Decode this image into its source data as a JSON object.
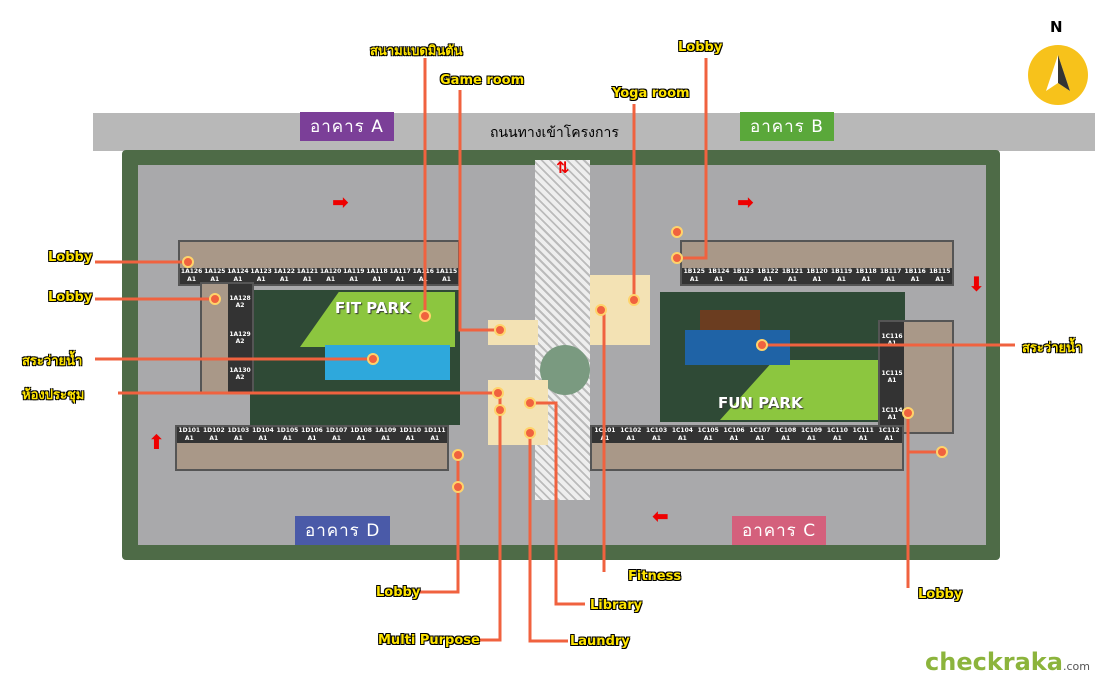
{
  "road_label": "ถนนทางเข้าโครงการ",
  "buildings": {
    "a": {
      "label": "อาคาร A",
      "color": "#7b3f98"
    },
    "b": {
      "label": "อาคาร B",
      "color": "#5aa83a"
    },
    "c": {
      "label": "อาคาร C",
      "color": "#d4607c"
    },
    "d": {
      "label": "อาคาร D",
      "color": "#4a5aa8"
    }
  },
  "parks": {
    "fit": "FIT PARK",
    "fun": "FUN PARK"
  },
  "compass": "N",
  "logo": {
    "main": "checkraka",
    "suffix": ".com"
  },
  "callouts": {
    "badminton": "สนามแบดมินตัน",
    "game_room": "Game room",
    "lobby_b_top": "Lobby",
    "yoga": "Yoga room",
    "lobby_a1": "Lobby",
    "lobby_a2": "Lobby",
    "pool_a": "สระว่ายน้ำ",
    "meeting": "ห้องประชุม",
    "pool_b": "สระว่ายน้ำ",
    "fitness": "Fitness",
    "lobby_c": "Lobby",
    "lobby_d": "Lobby",
    "library": "Library",
    "multi": "Multi Purpose",
    "laundry": "Laundry"
  },
  "units": {
    "a_row": [
      "1A126",
      "1A125",
      "1A124",
      "1A123",
      "1A122",
      "1A121",
      "1A120",
      "1A119",
      "1A118",
      "1A117",
      "1A116",
      "1A115"
    ],
    "a_col": [
      [
        "1A128",
        "A2"
      ],
      [
        "1A129",
        "A2"
      ],
      [
        "1A130",
        "A2"
      ]
    ],
    "b_row": [
      "1B125",
      "1B124",
      "1B123",
      "1B122",
      "1B121",
      "1B120",
      "1B119",
      "1B118",
      "1B117",
      "1B116",
      "1B115"
    ],
    "c_col": [
      [
        "1C116",
        "A1"
      ],
      [
        "1C115",
        "A1"
      ],
      [
        "1C114",
        "A1"
      ]
    ],
    "d_row": [
      "1D101",
      "1D102",
      "1D103",
      "1D104",
      "1D105",
      "1D106",
      "1D107",
      "1D108",
      "1A109",
      "1D110",
      "1D111"
    ],
    "c_row": [
      "1C101",
      "1C102",
      "1C103",
      "1C104",
      "1C105",
      "1C106",
      "1C107",
      "1C108",
      "1C109",
      "1C110",
      "1C111",
      "1C112"
    ],
    "type": "A1"
  },
  "colors": {
    "callout_line": "#f0623f",
    "callout_text": "#ffe400"
  }
}
